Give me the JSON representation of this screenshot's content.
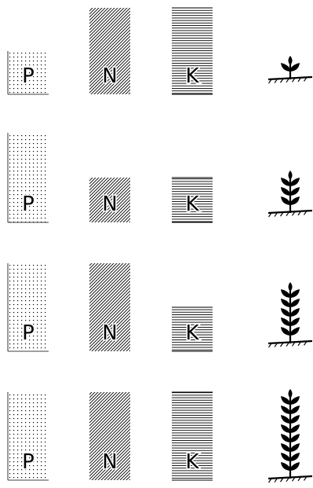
{
  "nutrients": [
    {
      "key": "P",
      "label": "P",
      "pattern": "dots"
    },
    {
      "key": "N",
      "label": "N",
      "pattern": "diagonal-hatch"
    },
    {
      "key": "K",
      "label": "K",
      "pattern": "horizontal-lines"
    }
  ],
  "rows": [
    {
      "levels": {
        "P": 1,
        "N": 2,
        "K": 2
      },
      "plant_leaf_pairs": 1
    },
    {
      "levels": {
        "P": 2,
        "N": 1,
        "K": 1
      },
      "plant_leaf_pairs": 3
    },
    {
      "levels": {
        "P": 2,
        "N": 2,
        "K": 1
      },
      "plant_leaf_pairs": 5
    },
    {
      "levels": {
        "P": 2,
        "N": 2,
        "K": 2
      },
      "plant_leaf_pairs": 8
    }
  ],
  "colors": {
    "ink": "#000000",
    "background": "#ffffff"
  },
  "icons": {
    "plant": "plant-icon"
  }
}
